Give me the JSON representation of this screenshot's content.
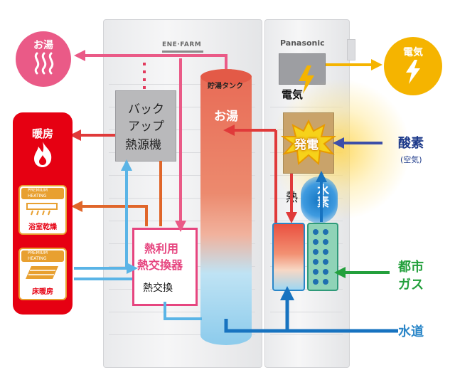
{
  "unit": {
    "brand_logo": "ENE·FARM",
    "brand": "Panasonic",
    "tank_label": "貯湯タンク",
    "tank_hot_water": "お湯",
    "backup_boiler_line1": "バック",
    "backup_boiler_line2": "アップ",
    "backup_boiler_line3": "熱源機",
    "heat_exchanger_line1": "熱利用",
    "heat_exchanger_line2": "熱交換器",
    "heat_exchange_sub": "熱交換",
    "generation": "発電",
    "electricity_label": "電気",
    "heat_label": "熱",
    "hydrogen_label": "水素"
  },
  "outputs": {
    "hot_water": "お湯",
    "heating": "暖房",
    "bathroom_dryer": "浴室乾燥",
    "floor_heating": "床暖房",
    "premium_heating_line1": "PREMIUM",
    "premium_heating_line2": "HEATING",
    "electricity": "電気"
  },
  "inputs": {
    "oxygen": "酸素",
    "oxygen_note": "(空気)",
    "city_gas_line1": "都市",
    "city_gas_line2": "ガス",
    "water": "水道"
  },
  "colors": {
    "hot_water_pink": "#ea5a87",
    "heating_red": "#e60012",
    "electric_yellow": "#f5b400",
    "oxygen_navy": "#1d3a8a",
    "gas_green": "#23a03c",
    "water_blue": "#2a86c8",
    "hot_red": "#e03a3a",
    "exchanger_pink": "#e6457f"
  }
}
